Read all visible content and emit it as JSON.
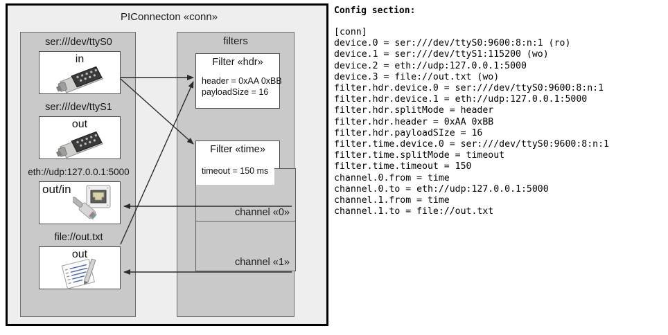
{
  "diagram": {
    "title": "PIConnecton «conn»",
    "devices_group": {
      "name": "devices-group",
      "items": [
        {
          "label": "ser:///dev/ttyS0",
          "caption": "in",
          "icon": "serial-port-icon"
        },
        {
          "label": "ser:///dev/ttyS1",
          "caption": "out",
          "icon": "serial-port-icon"
        },
        {
          "label": "eth://udp:127.0.0.1:5000",
          "caption": "out/in",
          "icon": "ethernet-jack-icon"
        },
        {
          "label": "file://out.txt",
          "caption": "out",
          "icon": "text-file-icon"
        }
      ]
    },
    "filters_group": {
      "title": "filters",
      "filters": [
        {
          "title": "Filter «hdr»",
          "props": [
            "header = 0xAA 0xBB",
            "payloadSize = 16"
          ]
        },
        {
          "title": "Filter «time»",
          "props": [
            "timeout = 150 ms"
          ]
        }
      ],
      "channels": [
        {
          "label": "channel «0»"
        },
        {
          "label": "channel «1»"
        }
      ]
    }
  },
  "config": {
    "heading": "Config section:",
    "text": "[conn]\ndevice.0 = ser:///dev/ttyS0:9600:8:n:1 (ro)\ndevice.1 = ser:///dev/ttyS1:115200 (wo)\ndevice.2 = eth://udp:127.0.0.1:5000\ndevice.3 = file://out.txt (wo)\nfilter.hdr.device.0 = ser:///dev/ttyS0:9600:8:n:1\nfilter.hdr.device.1 = eth://udp:127.0.0.1:5000\nfilter.hdr.splitMode = header\nfilter.hdr.header = 0xAA 0xBB\nfilter.hdr.payloadSIze = 16\nfilter.time.device.0 = ser:///dev/ttyS0:9600:8:n:1\nfilter.time.splitMode = timeout\nfilter.time.timeout = 150\nchannel.0.from = time\nchannel.0.to = eth://udp:127.0.0.1:5000\nchannel.1.from = time\nchannel.1.to = file://out.txt"
  },
  "colors": {
    "canvas": "#ffffff",
    "frame_fill": "#eeeeee",
    "group_fill": "#c9c9c9",
    "card_fill": "#ffffff",
    "stroke": "#000000"
  }
}
